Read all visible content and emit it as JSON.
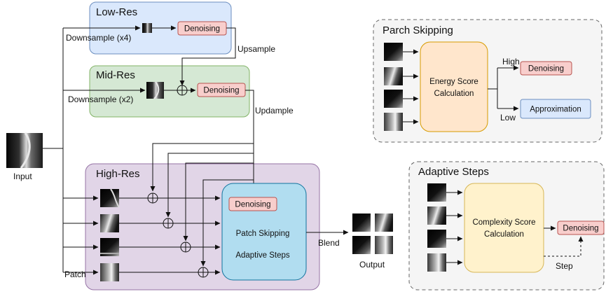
{
  "input_label": "Input",
  "output_label": "Output",
  "low_res": {
    "title": "Low-Res",
    "downsample": "Downsample (x4)",
    "denoising": "Denoising",
    "upsample": "Upsample"
  },
  "mid_res": {
    "title": "Mid-Res",
    "downsample": "Downsample (x2)",
    "denoising": "Denoising",
    "updample": "Updample"
  },
  "high_res": {
    "title": "High-Res",
    "denoising": "Denoising",
    "patch_skipping": "Patch Skipping",
    "adaptive_steps": "Adaptive Steps",
    "patch_label": "Patch",
    "blend_label": "Blend"
  },
  "parch_skipping": {
    "title": "Parch Skipping",
    "energy_line1": "Energy Score",
    "energy_line2": "Calculation",
    "high": "High",
    "low": "Low",
    "denoising": "Denoising",
    "approximation": "Approximation"
  },
  "adaptive_steps_panel": {
    "title": "Adaptive Steps",
    "complexity_line1": "Complexity Score",
    "complexity_line2": "Calculation",
    "denoising": "Denoising",
    "step": "Step"
  },
  "colors": {
    "low_res_bg": "#dae8fc",
    "low_res_border": "#6c8ebf",
    "mid_res_bg": "#d5e8d4",
    "mid_res_border": "#82b366",
    "high_res_bg": "#e1d5e7",
    "high_res_border": "#9673a6",
    "denoise_bg": "#f8cecc",
    "denoise_border": "#b85450",
    "calc_bg": "#ffe6cc",
    "calc_border": "#d79b00",
    "adaptive_calc_bg": "#fff2cc",
    "adaptive_calc_border": "#d6b656",
    "blue_box_bg": "#b1ddf0",
    "blue_box_border": "#10739e",
    "approx_bg": "#dae8fc"
  }
}
